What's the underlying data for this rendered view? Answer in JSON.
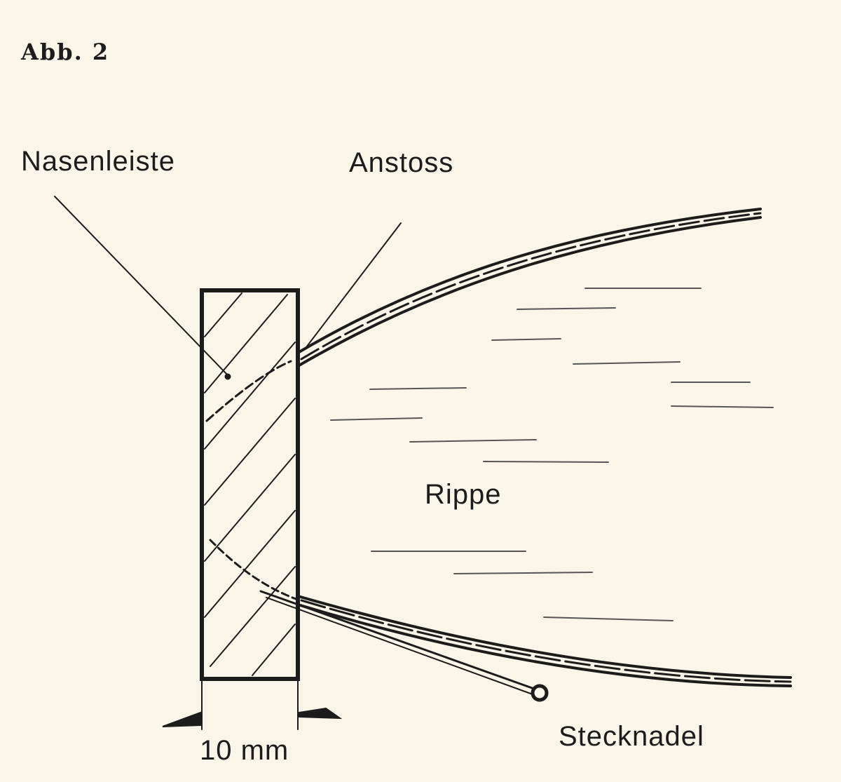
{
  "figure": {
    "title": "Abb. 2",
    "labels": {
      "nasenleiste": "Nasenleiste",
      "anstoss": "Anstoss",
      "rippe": "Rippe",
      "stecknadel": "Stecknadel",
      "dimension": "10 mm"
    }
  }
}
